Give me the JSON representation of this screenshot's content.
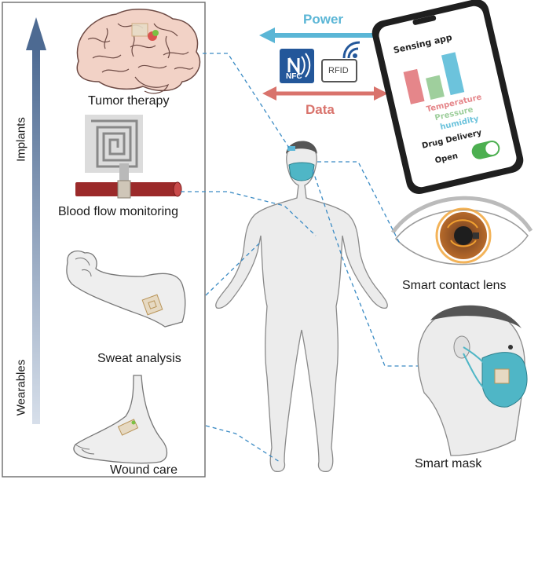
{
  "labels": {
    "tumor": "Tumor therapy",
    "blood": "Blood flow monitoring",
    "sweat": "Sweat analysis",
    "wound": "Wound care",
    "lens": "Smart contact lens",
    "mask": "Smart mask",
    "implants": "Implants",
    "wearables": "Wearables"
  },
  "comm": {
    "power": "Power",
    "data": "Data",
    "nfc": "NFC",
    "rfid": "RFID"
  },
  "phone": {
    "title": "Sensing  app",
    "temperature": "Temperature",
    "pressure": "Pressure",
    "humidity": "humidity",
    "drug": "Drug Delivery",
    "open": "Open"
  },
  "colors": {
    "power": "#5bb6d6",
    "data": "#d9736c",
    "bar_red": "#e5868a",
    "bar_green": "#9fcf9d",
    "bar_blue": "#6cc3dc",
    "toggle": "#4caf50",
    "mask": "#4fb6c6",
    "vessel": "#9b2a2a"
  }
}
